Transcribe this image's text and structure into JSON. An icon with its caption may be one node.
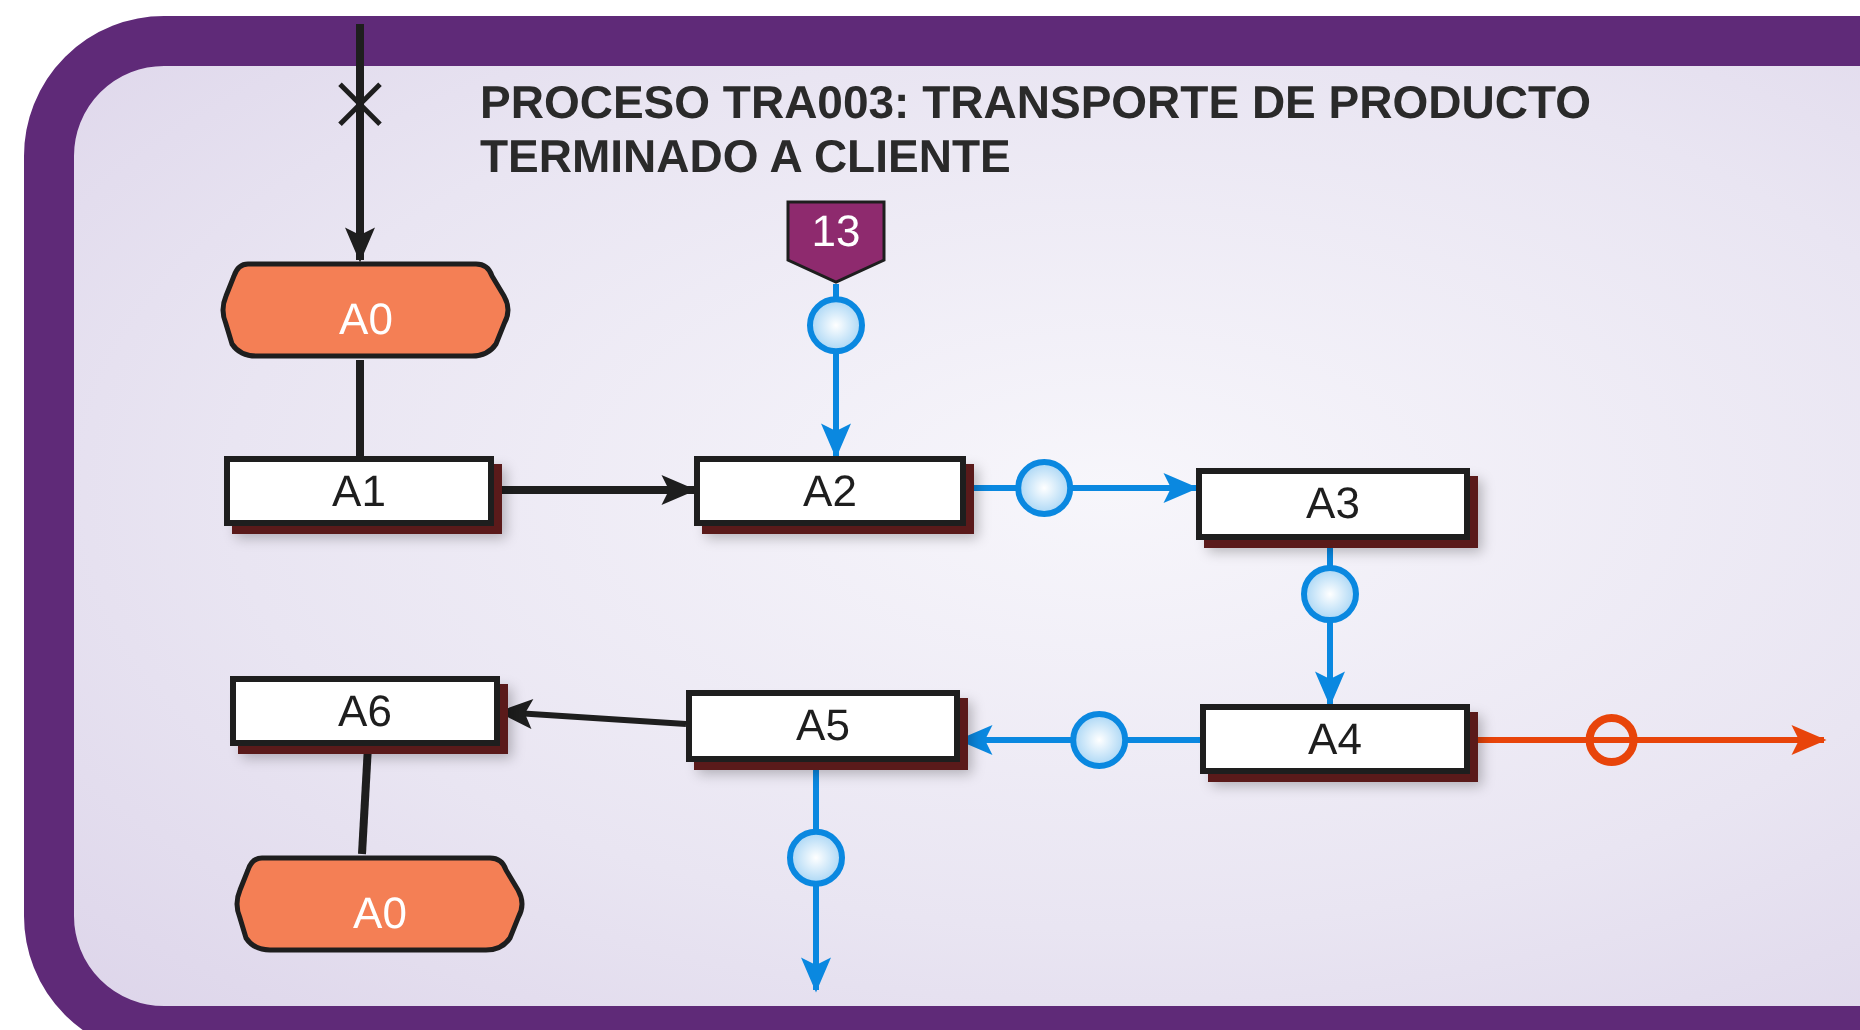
{
  "diagram": {
    "title": "PROCESO TRA003: TRANSPORTE DE PRODUCTO TERMINADO A CLIENTE",
    "nodes": [
      {
        "text": [
          "A0"
        ]
      },
      {
        "text": [
          "A1"
        ]
      },
      {
        "text": [
          "13"
        ]
      },
      {
        "text": [
          "A2"
        ]
      },
      {
        "text": [
          "A3"
        ]
      },
      {
        "text": [
          "A4"
        ]
      },
      {
        "text": [
          "A5"
        ]
      },
      {
        "text": [
          "A6"
        ]
      },
      {
        "text": [
          "A0"
        ]
      }
    ],
    "edges": [
      {
        "from": null,
        "to": 0,
        "arrow": "to"
      },
      {
        "from": 0,
        "to": 1,
        "arrow": "none"
      },
      {
        "from": 1,
        "to": 3,
        "arrow": "to"
      },
      {
        "from": 2,
        "to": 3,
        "arrow": "to",
        "color": "#0a88e0"
      },
      {
        "from": 3,
        "to": 4,
        "arrow": "to",
        "color": "#0a88e0"
      },
      {
        "from": 4,
        "to": 5,
        "arrow": "to",
        "color": "#0a88e0"
      },
      {
        "from": 5,
        "to": 6,
        "arrow": "to",
        "color": "#0a88e0"
      },
      {
        "from": 5,
        "to": null,
        "arrow": "to",
        "color": "#e8440a"
      },
      {
        "from": 6,
        "to": 7,
        "arrow": "to"
      },
      {
        "from": 6,
        "to": null,
        "arrow": "to",
        "color": "#0a88e0"
      },
      {
        "from": 7,
        "to": 8,
        "arrow": "none"
      }
    ]
  }
}
